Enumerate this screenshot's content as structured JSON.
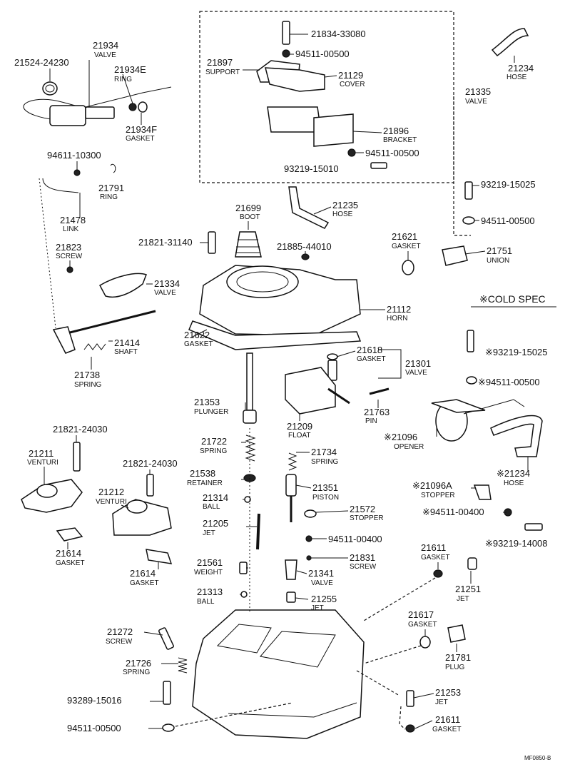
{
  "note": "※COLD SPEC",
  "ref_code": "MF0850-B",
  "callouts": [
    {
      "id": "21524-24230",
      "part_no": "21524-24230",
      "name": ""
    },
    {
      "id": "21934",
      "part_no": "21934",
      "name": "VALVE"
    },
    {
      "id": "21934E",
      "part_no": "21934E",
      "name": "RING"
    },
    {
      "id": "21934F",
      "part_no": "21934F",
      "name": "GASKET"
    },
    {
      "id": "94611-10300",
      "part_no": "94611-10300",
      "name": ""
    },
    {
      "id": "21791",
      "part_no": "21791",
      "name": "RING"
    },
    {
      "id": "21478",
      "part_no": "21478",
      "name": "LINK"
    },
    {
      "id": "21823",
      "part_no": "21823",
      "name": "SCREW"
    },
    {
      "id": "21834-33080",
      "part_no": "21834-33080",
      "name": ""
    },
    {
      "id": "94511-00500-a",
      "part_no": "94511-00500",
      "name": ""
    },
    {
      "id": "21897",
      "part_no": "21897",
      "name": "SUPPORT"
    },
    {
      "id": "21129",
      "part_no": "21129",
      "name": "COVER"
    },
    {
      "id": "21896",
      "part_no": "21896",
      "name": "BRACKET"
    },
    {
      "id": "94511-00500-b",
      "part_no": "94511-00500",
      "name": ""
    },
    {
      "id": "93219-15010",
      "part_no": "93219-15010",
      "name": ""
    },
    {
      "id": "21234-top",
      "part_no": "21234",
      "name": "HOSE"
    },
    {
      "id": "21335",
      "part_no": "21335",
      "name": "VALVE"
    },
    {
      "id": "93219-15025-a",
      "part_no": "93219-15025",
      "name": ""
    },
    {
      "id": "94511-00500-c",
      "part_no": "94511-00500",
      "name": ""
    },
    {
      "id": "21235",
      "part_no": "21235",
      "name": "HOSE"
    },
    {
      "id": "21699",
      "part_no": "21699",
      "name": "BOOT"
    },
    {
      "id": "21821-31140",
      "part_no": "21821-31140",
      "name": ""
    },
    {
      "id": "21885-44010",
      "part_no": "21885-44010",
      "name": ""
    },
    {
      "id": "21621",
      "part_no": "21621",
      "name": "GASKET"
    },
    {
      "id": "21751",
      "part_no": "21751",
      "name": "UNION"
    },
    {
      "id": "21334",
      "part_no": "21334",
      "name": "VALVE"
    },
    {
      "id": "21112",
      "part_no": "21112",
      "name": "HORN"
    },
    {
      "id": "21414",
      "part_no": "21414",
      "name": "SHAFT"
    },
    {
      "id": "21622",
      "part_no": "21622",
      "name": "GASKET"
    },
    {
      "id": "21738",
      "part_no": "21738",
      "name": "SPRING"
    },
    {
      "id": "93219-15025-b",
      "part_no": "※93219-15025",
      "name": ""
    },
    {
      "id": "94511-00500-d",
      "part_no": "※94511-00500",
      "name": ""
    },
    {
      "id": "21618",
      "part_no": "21618",
      "name": "GASKET"
    },
    {
      "id": "21301",
      "part_no": "21301",
      "name": "VALVE"
    },
    {
      "id": "21353",
      "part_no": "21353",
      "name": "PLUNGER"
    },
    {
      "id": "21209",
      "part_no": "21209",
      "name": "FLOAT"
    },
    {
      "id": "21763",
      "part_no": "21763",
      "name": "PIN"
    },
    {
      "id": "21096",
      "part_no": "※21096",
      "name": "OPENER"
    },
    {
      "id": "21821-24030-a",
      "part_no": "21821-24030",
      "name": ""
    },
    {
      "id": "21211",
      "part_no": "21211",
      "name": "VENTURI"
    },
    {
      "id": "21722",
      "part_no": "21722",
      "name": "SPRING"
    },
    {
      "id": "21734",
      "part_no": "21734",
      "name": "SPRING"
    },
    {
      "id": "21821-24030-b",
      "part_no": "21821-24030",
      "name": ""
    },
    {
      "id": "21538",
      "part_no": "21538",
      "name": "RETAINER"
    },
    {
      "id": "21234-right",
      "part_no": "※21234",
      "name": "HOSE"
    },
    {
      "id": "21212",
      "part_no": "21212",
      "name": "VENTURI"
    },
    {
      "id": "21351",
      "part_no": "21351",
      "name": "PISTON"
    },
    {
      "id": "21314",
      "part_no": "21314",
      "name": "BALL"
    },
    {
      "id": "21096A",
      "part_no": "※21096A",
      "name": "STOPPER"
    },
    {
      "id": "21572",
      "part_no": "21572",
      "name": "STOPPER"
    },
    {
      "id": "94511-00400-a",
      "part_no": "※94511-00400",
      "name": ""
    },
    {
      "id": "21205",
      "part_no": "21205",
      "name": "JET"
    },
    {
      "id": "93219-14008",
      "part_no": "※93219-14008",
      "name": ""
    },
    {
      "id": "94511-00400-b",
      "part_no": "94511-00400",
      "name": ""
    },
    {
      "id": "21614-a",
      "part_no": "21614",
      "name": "GASKET"
    },
    {
      "id": "21611-a",
      "part_no": "21611",
      "name": "GASKET"
    },
    {
      "id": "21561",
      "part_no": "21561",
      "name": "WEIGHT"
    },
    {
      "id": "21831",
      "part_no": "21831",
      "name": "SCREW"
    },
    {
      "id": "21341",
      "part_no": "21341",
      "name": "VALVE"
    },
    {
      "id": "21614-b",
      "part_no": "21614",
      "name": "GASKET"
    },
    {
      "id": "21251",
      "part_no": "21251",
      "name": "JET"
    },
    {
      "id": "21313",
      "part_no": "21313",
      "name": "BALL"
    },
    {
      "id": "21255",
      "part_no": "21255",
      "name": "JET"
    },
    {
      "id": "21617",
      "part_no": "21617",
      "name": "GASKET"
    },
    {
      "id": "21272",
      "part_no": "21272",
      "name": "SCREW"
    },
    {
      "id": "21781",
      "part_no": "21781",
      "name": "PLUG"
    },
    {
      "id": "21726",
      "part_no": "21726",
      "name": "SPRING"
    },
    {
      "id": "93289-15016",
      "part_no": "93289-15016",
      "name": ""
    },
    {
      "id": "21253",
      "part_no": "21253",
      "name": "JET"
    },
    {
      "id": "94511-00500-e",
      "part_no": "94511-00500",
      "name": ""
    },
    {
      "id": "21611-b",
      "part_no": "21611",
      "name": "GASKET"
    }
  ]
}
